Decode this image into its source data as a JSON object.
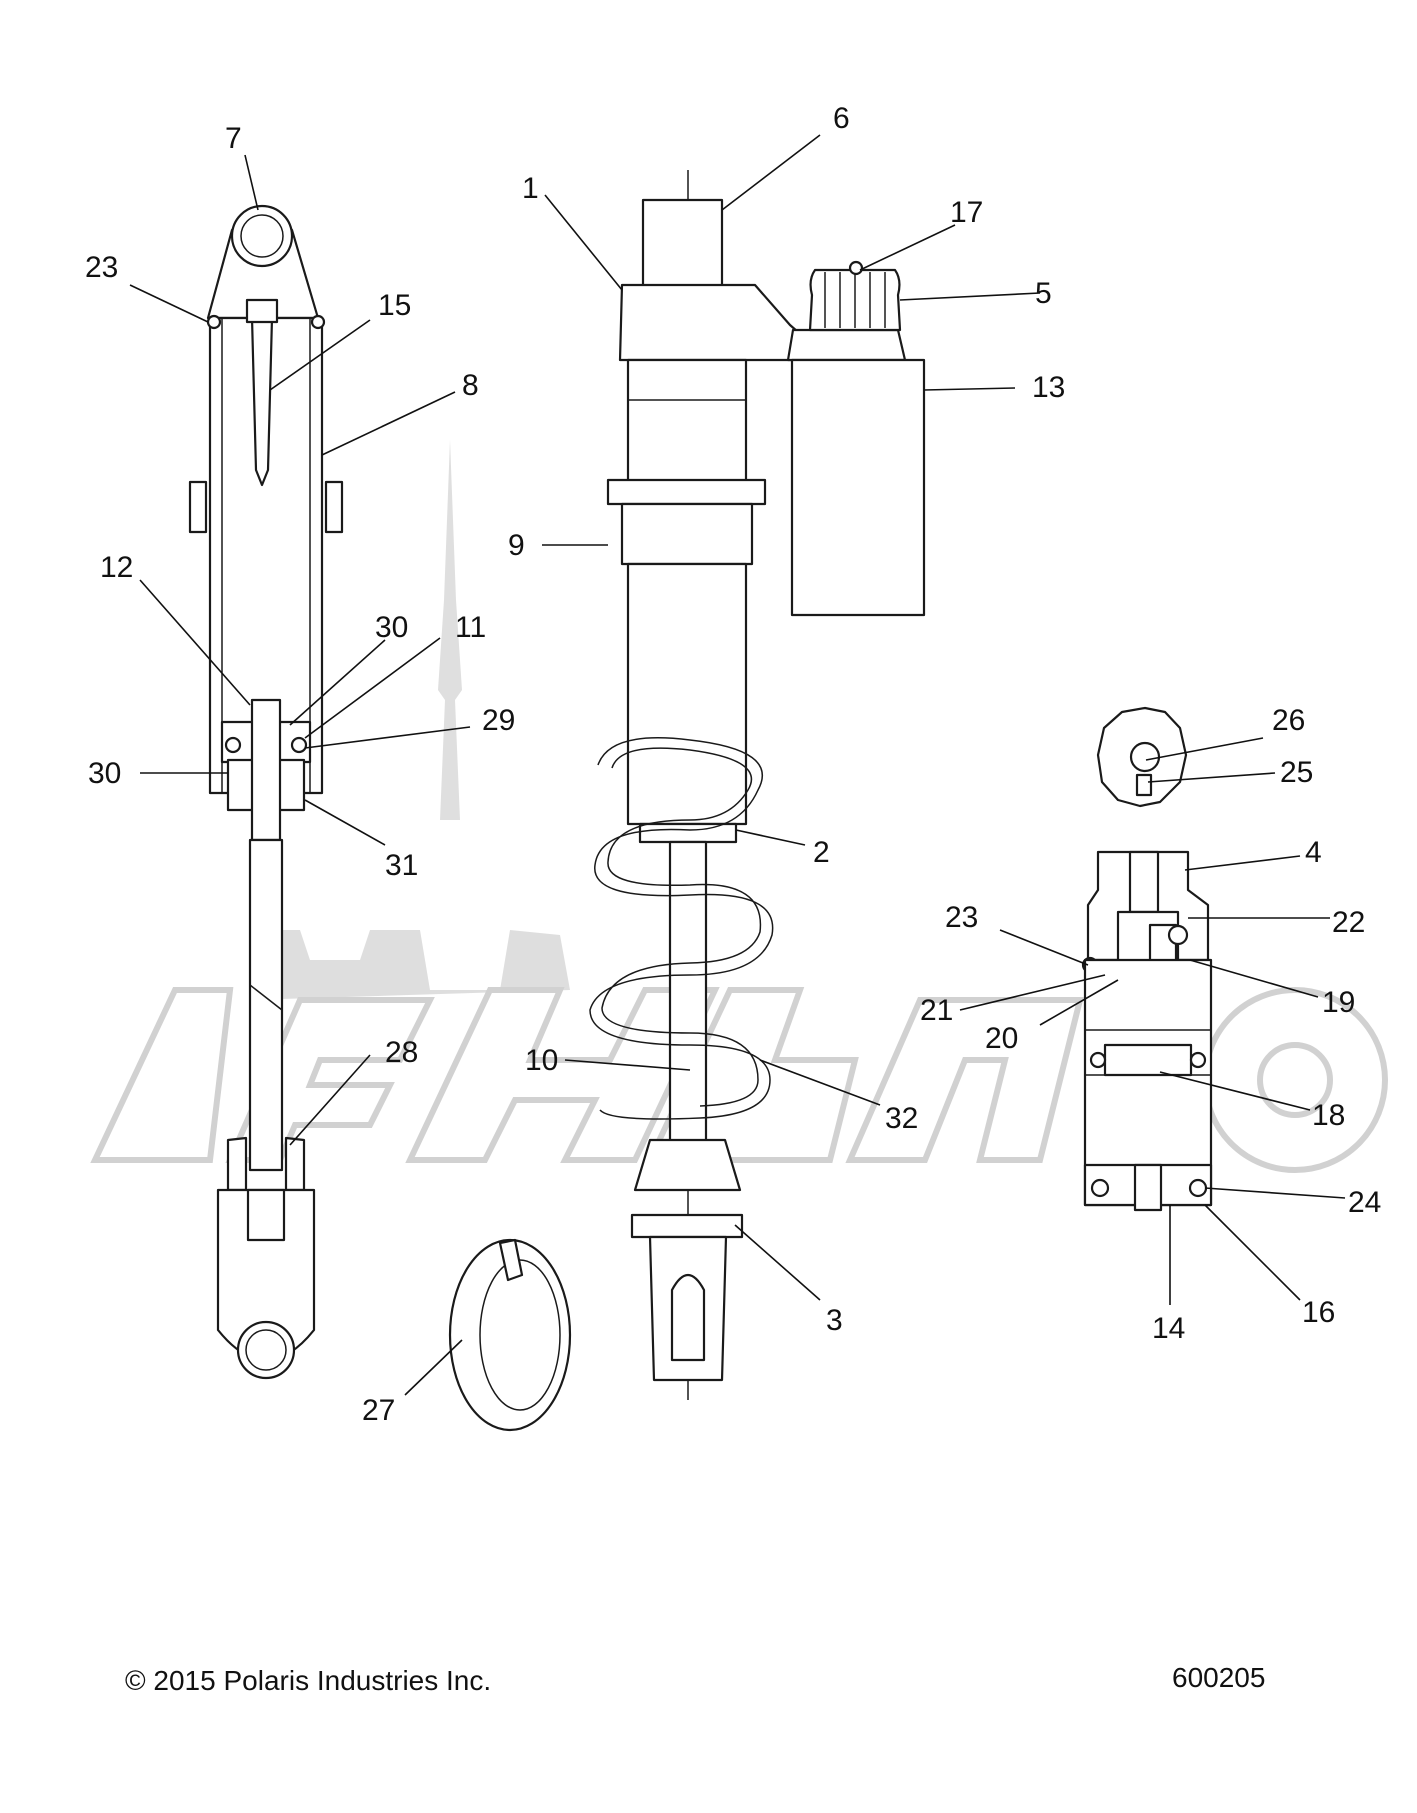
{
  "callouts": {
    "c1": "1",
    "c2": "2",
    "c3": "3",
    "c4": "4",
    "c5": "5",
    "c6": "6",
    "c7": "7",
    "c8": "8",
    "c9": "9",
    "c10": "10",
    "c11": "11",
    "c12": "12",
    "c13": "13",
    "c14": "14",
    "c15": "15",
    "c16": "16",
    "c17": "17",
    "c18": "18",
    "c19": "19",
    "c20": "20",
    "c21": "21",
    "c22": "22",
    "c23a": "23",
    "c23b": "23",
    "c24": "24",
    "c25": "25",
    "c26": "26",
    "c27": "27",
    "c28": "28",
    "c29": "29",
    "c30a": "30",
    "c30b": "30",
    "c31": "31",
    "c32": "32"
  },
  "footer": {
    "copyright": "© 2015 Polaris Industries Inc.",
    "drawing_number": "600205"
  }
}
